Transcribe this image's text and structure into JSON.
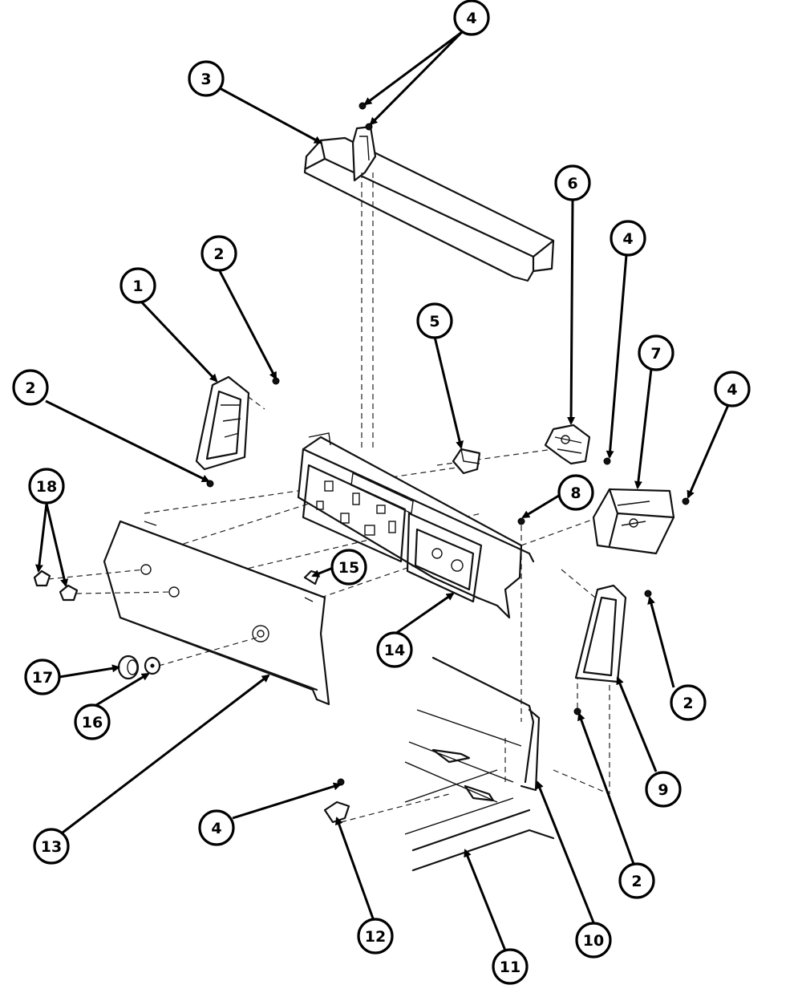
{
  "callouts": [
    {
      "id": "c4a",
      "label": "4"
    },
    {
      "id": "c3",
      "label": "3"
    },
    {
      "id": "c6",
      "label": "6"
    },
    {
      "id": "c4b",
      "label": "4"
    },
    {
      "id": "c2a",
      "label": "2"
    },
    {
      "id": "c1",
      "label": "1"
    },
    {
      "id": "c5",
      "label": "5"
    },
    {
      "id": "c7",
      "label": "7"
    },
    {
      "id": "c2b",
      "label": "2"
    },
    {
      "id": "c4c",
      "label": "4"
    },
    {
      "id": "c18",
      "label": "18"
    },
    {
      "id": "c8",
      "label": "8"
    },
    {
      "id": "c15",
      "label": "15"
    },
    {
      "id": "c14",
      "label": "14"
    },
    {
      "id": "c17",
      "label": "17"
    },
    {
      "id": "c2c",
      "label": "2"
    },
    {
      "id": "c16",
      "label": "16"
    },
    {
      "id": "c9",
      "label": "9"
    },
    {
      "id": "c4d",
      "label": "4"
    },
    {
      "id": "c13",
      "label": "13"
    },
    {
      "id": "c2d",
      "label": "2"
    },
    {
      "id": "c12",
      "label": "12"
    },
    {
      "id": "c10",
      "label": "10"
    },
    {
      "id": "c11",
      "label": "11"
    }
  ]
}
